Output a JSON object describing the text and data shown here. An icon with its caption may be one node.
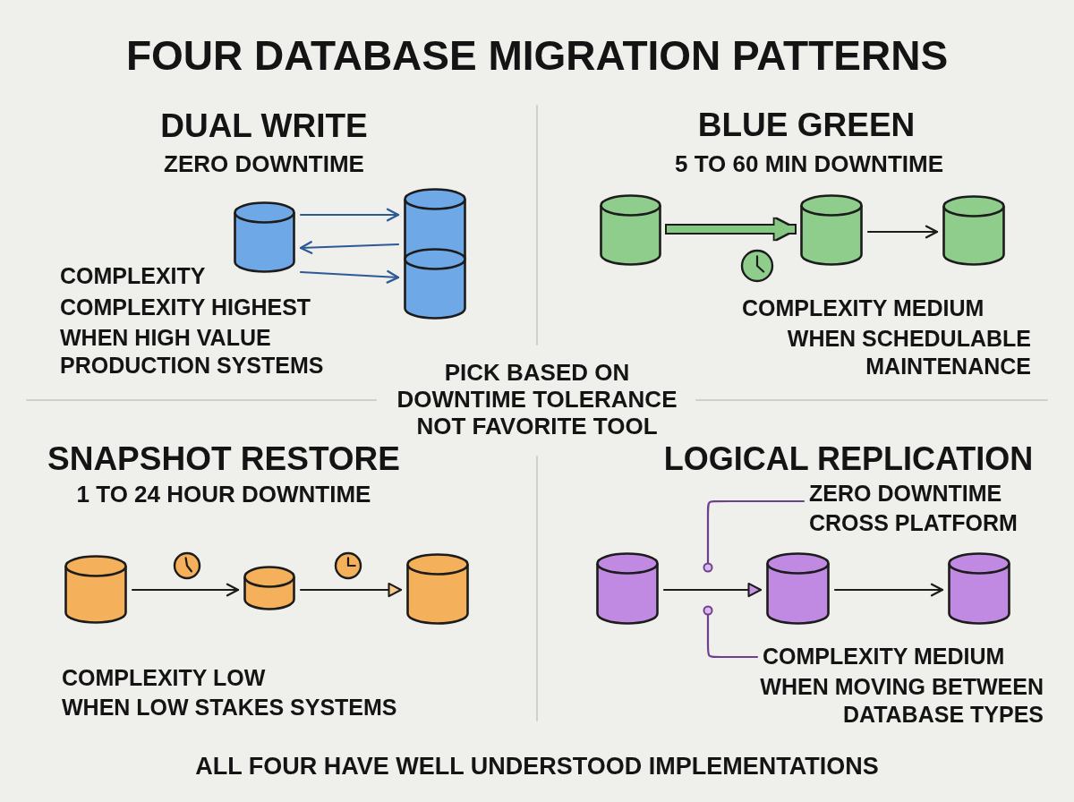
{
  "diagram": {
    "title": "FOUR DATABASE MIGRATION PATTERNS",
    "caption": "ALL FOUR HAVE WELL UNDERSTOOD IMPLEMENTATIONS",
    "nodes": [
      {
        "text": [],
        "shape": "cylinder"
      },
      {
        "text": [],
        "shape": "cylinder"
      },
      {
        "text": [],
        "shape": "cylinder"
      },
      {
        "text": [],
        "shape": "cylinder"
      },
      {
        "text": [],
        "shape": "cylinder"
      },
      {
        "text": [],
        "shape": "cylinder"
      },
      {
        "text": [],
        "shape": "cylinder"
      },
      {
        "text": [],
        "shape": "cylinder"
      },
      {
        "text": [],
        "shape": "cylinder"
      },
      {
        "text": [],
        "shape": "cylinder"
      },
      {
        "text": [],
        "shape": "cylinder"
      },
      {
        "text": [],
        "shape": "cylinder"
      },
      {
        "text": [
          "ZERO DOWNTIME CROSS PLATFORM"
        ]
      },
      {
        "text": [
          "COMPLEXITY MEDIUM"
        ]
      }
    ],
    "edges": [
      {
        "from": 0,
        "to": 1,
        "arrow": "to",
        "color": "#2d5a96"
      },
      {
        "from": 1,
        "to": 0,
        "arrow": "to",
        "color": "#2d5a96"
      },
      {
        "from": 0,
        "to": 2,
        "arrow": "to",
        "color": "#2d5a96"
      },
      {
        "from": 3,
        "to": 4,
        "arrow": "to",
        "style": "thick",
        "color": "#86c784"
      },
      {
        "from": 4,
        "to": 5,
        "arrow": "to"
      },
      {
        "from": 6,
        "to": 7,
        "arrow": "to"
      },
      {
        "from": 7,
        "to": 8,
        "arrow": "to"
      },
      {
        "from": 9,
        "to": 10,
        "arrow": "to"
      },
      {
        "from": 10,
        "to": 11,
        "arrow": "to"
      },
      {
        "from": 12,
        "to": null,
        "arrow": "other",
        "color": "#6e3f8e"
      },
      {
        "from": 13,
        "to": null,
        "arrow": "other",
        "color": "#6e3f8e"
      }
    ],
    "labels": [
      "DUAL WRITE",
      "ZERO DOWNTIME",
      "BLUE GREEN",
      "5 TO 60 MIN DOWNTIME",
      "COMPLEXITY",
      "COMPLEXITY HIGHEST",
      "WHEN HIGH VALUE PRODUCTION SYSTEMS",
      "COMPLEXITY MEDIUM",
      "WHEN SCHEDULABLE MAINTENANCE",
      "PICK BASED ON DOWNTIME TOLERANCE NOT FAVORITE TOOL",
      "SNAPSHOT RESTORE",
      "1 TO 24 HOUR DOWNTIME",
      "LOGICAL REPLICATION",
      "COMPLEXITY LOW",
      "WHEN LOW STAKES SYSTEMS",
      "WHEN MOVING BETWEEN DATABASE TYPES"
    ]
  }
}
